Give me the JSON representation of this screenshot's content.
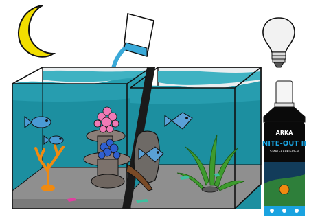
{
  "illustration": {
    "icons": [
      "crescent-moon-icon",
      "pouring-beaker-icon",
      "light-bulb-icon"
    ],
    "colors": {
      "moon": "#f2de00",
      "water": "#1c8fa0",
      "water_surface": "#3fb2c2",
      "bulb": "#f2f2f2",
      "gravel": "#8f8f8f",
      "bottle_cap": "#f5f5f5",
      "bottle_body": "#0a0a0a",
      "bottle_label_accent": "#1aa3e0"
    }
  },
  "product": {
    "brand": "ARKA",
    "name": "NITE-OUT II",
    "subtitle": "STARTERBAKTERIEN"
  }
}
